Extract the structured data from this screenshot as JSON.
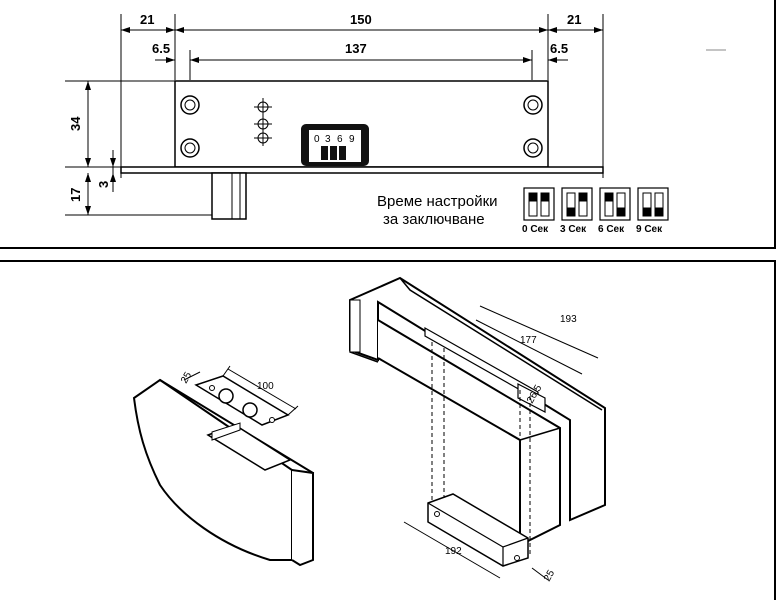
{
  "top_view": {
    "dims": {
      "left_margin": "21",
      "total_width": "150",
      "right_margin": "21",
      "left_offset": "6.5",
      "inner_width": "137",
      "right_offset": "6.5",
      "height": "34",
      "plate_thickness": "3",
      "bolt_height": "17"
    },
    "switch_digits": [
      "0",
      "3",
      "6",
      "9"
    ],
    "legend_line1": "Време настройки",
    "legend_line2": "за заключване",
    "settings": [
      "0 Сек",
      "3 Сек",
      "6 Сек",
      "9 Сек"
    ]
  },
  "iso_view": {
    "strike_dims": {
      "width": "25",
      "length": "100"
    },
    "frame_dims": {
      "outer": "193",
      "inner": "177",
      "depth": "26.5"
    },
    "bolt_dims": {
      "length": "192",
      "width": "25"
    }
  }
}
